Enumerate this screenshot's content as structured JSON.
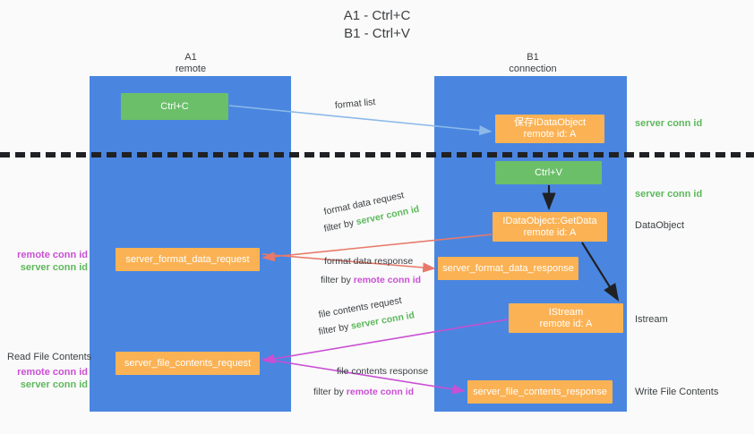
{
  "title": {
    "line1": "A1 - Ctrl+C",
    "line2": "B1 - Ctrl+V"
  },
  "lanes": [
    {
      "id": "a1",
      "name": "A1",
      "sub": "remote",
      "color": "#4a86e0"
    },
    {
      "id": "b1",
      "name": "B1",
      "sub": "connection",
      "color": "#4a86e0"
    }
  ],
  "colors": {
    "lane": "#4a86e0",
    "green_node": "#6bbf69",
    "orange_node": "#fbb254",
    "server_conn_id": "#5db85c",
    "remote_conn_id": "#c94fd4",
    "arrow_blue": "#8cb9e8",
    "arrow_red": "#e8796a",
    "arrow_magenta": "#c94fd4",
    "arrow_black": "#202124",
    "text": "#3c4043",
    "background": "#fafafa"
  },
  "nodes": {
    "ctrl_c": {
      "line1": "Ctrl+C",
      "line2": ""
    },
    "idataobject": {
      "line1": "保存IDataObject",
      "line2": "remote id: A"
    },
    "ctrl_v": {
      "line1": "Ctrl+V",
      "line2": ""
    },
    "getdata": {
      "line1": "IDataObject::GetData",
      "line2": "remote id: A"
    },
    "istream": {
      "line1": "IStream",
      "line2": "remote id: A"
    },
    "server_format_data_request": {
      "line1": "server_format_data_request",
      "line2": ""
    },
    "server_format_data_response": {
      "line1": "server_format_data_response",
      "line2": ""
    },
    "server_file_contents_request": {
      "line1": "server_file_contents_request",
      "line2": ""
    },
    "server_file_contents_response": {
      "line1": "server_file_contents_response",
      "line2": ""
    }
  },
  "annotations": {
    "format_list": {
      "line1": "format list"
    },
    "format_data_request": {
      "line1": "format data request",
      "prefix": "filter by ",
      "highlight": "server conn id"
    },
    "format_data_response": {
      "line1": "format data response",
      "prefix": "filter by ",
      "highlight": "remote conn id"
    },
    "file_contents_request": {
      "line1": "file contents request",
      "prefix": "filter by ",
      "highlight": "server conn id"
    },
    "file_contents_response": {
      "line1": "file contents response",
      "prefix": "filter by ",
      "highlight": "remote conn id"
    }
  },
  "side_labels": {
    "server_conn_id_top": "server conn id",
    "server_conn_id_mid": "server conn id",
    "dataobject": "DataObject",
    "istream": "Istream",
    "write_file_contents": "Write File Contents",
    "read_file_contents": "Read File Contents",
    "remote_conn_id": "remote conn id",
    "server_conn_id": "server conn id"
  }
}
